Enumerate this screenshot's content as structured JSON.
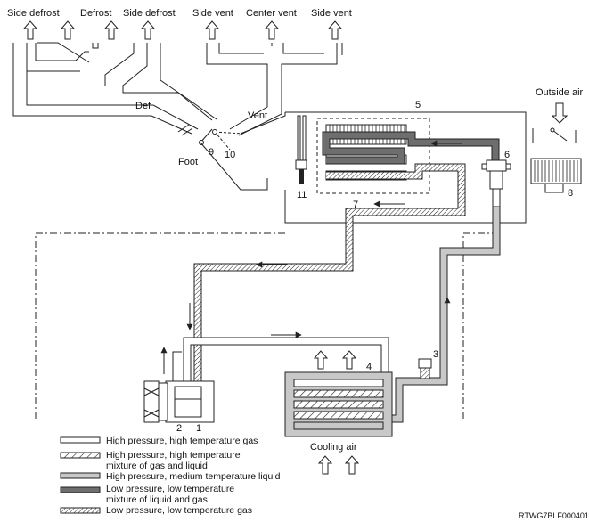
{
  "outlets": {
    "side_defrost_left": "Side defrost",
    "defrost": "Defrost",
    "side_defrost_right": "Side defrost",
    "side_vent_left": "Side vent",
    "center_vent": "Center vent",
    "side_vent_right": "Side vent"
  },
  "modes": {
    "def": "Def",
    "vent": "Vent",
    "foot": "Foot"
  },
  "outside_air": "Outside air",
  "cooling_air": "Cooling air",
  "callouts": [
    "1",
    "2",
    "3",
    "4",
    "5",
    "6",
    "7",
    "8",
    "9",
    "10",
    "11"
  ],
  "legend": [
    {
      "style": "plain",
      "lines": [
        "High pressure, high temperature gas"
      ]
    },
    {
      "style": "hatch-wide",
      "lines": [
        "High pressure, high temperature",
        "mixture of gas and liquid"
      ]
    },
    {
      "style": "light-gray",
      "lines": [
        "High pressure, medium temperature liquid"
      ]
    },
    {
      "style": "dark-gray",
      "lines": [
        "Low pressure, low temperature",
        "mixture of liquid and gas"
      ]
    },
    {
      "style": "hatch-dense",
      "lines": [
        "Low pressure, low temperature gas"
      ]
    }
  ],
  "figure_code": "RTWG7BLF000401",
  "colors": {
    "line": "#222222",
    "light_gray": "#c8c8c8",
    "dark_gray": "#6e6e6e"
  }
}
